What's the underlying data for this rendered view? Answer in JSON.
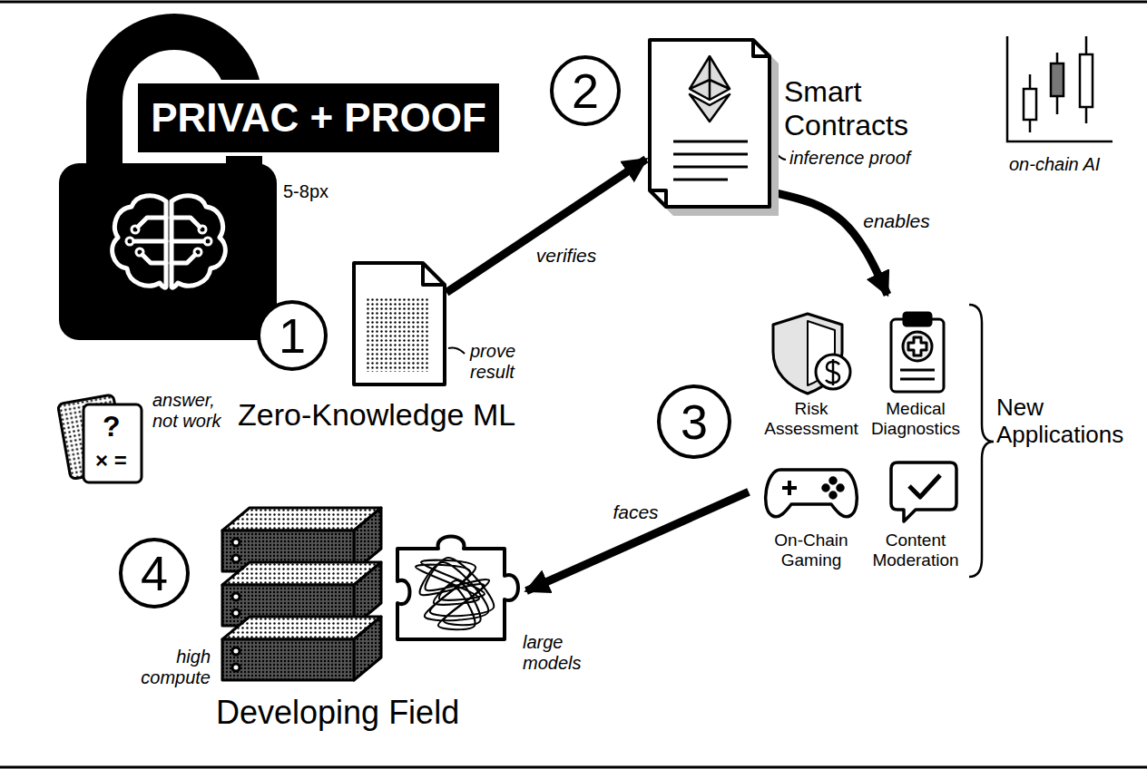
{
  "diagram": {
    "nodes": [
      {
        "text": [
          "PRIVAC + PROOF"
        ]
      },
      {
        "text": [
          "1"
        ]
      },
      {
        "text": [
          "prove result"
        ]
      },
      {
        "text": [
          "2"
        ]
      },
      {
        "text": [
          "Smart Contracts",
          "inference proof"
        ]
      },
      {
        "text": [
          "3"
        ]
      },
      {
        "text": [
          "New Applications"
        ]
      },
      {
        "text": [
          "Risk Assessment"
        ],
        "in": 6
      },
      {
        "text": [
          "Medical Diagnostics"
        ],
        "in": 6
      },
      {
        "text": [
          "On-Chain Gaming"
        ],
        "in": 6
      },
      {
        "text": [
          "Content Moderation"
        ],
        "in": 6
      },
      {
        "text": [
          "4"
        ]
      },
      {
        "text": [
          "high compute"
        ]
      },
      {
        "text": [
          "large models"
        ]
      }
    ],
    "edges": [
      {
        "from": 2,
        "to": 4,
        "label": "verifies",
        "arrow": "to"
      },
      {
        "from": 4,
        "to": 6,
        "label": "enables",
        "arrow": "to"
      },
      {
        "from": 6,
        "to": 13,
        "label": "faces",
        "arrow": "to"
      }
    ],
    "labels": [
      "Zero-Knowledge ML",
      "answer, not work",
      "5-8px",
      "?",
      "× =",
      "on-chain AI",
      "Developing Field"
    ]
  }
}
